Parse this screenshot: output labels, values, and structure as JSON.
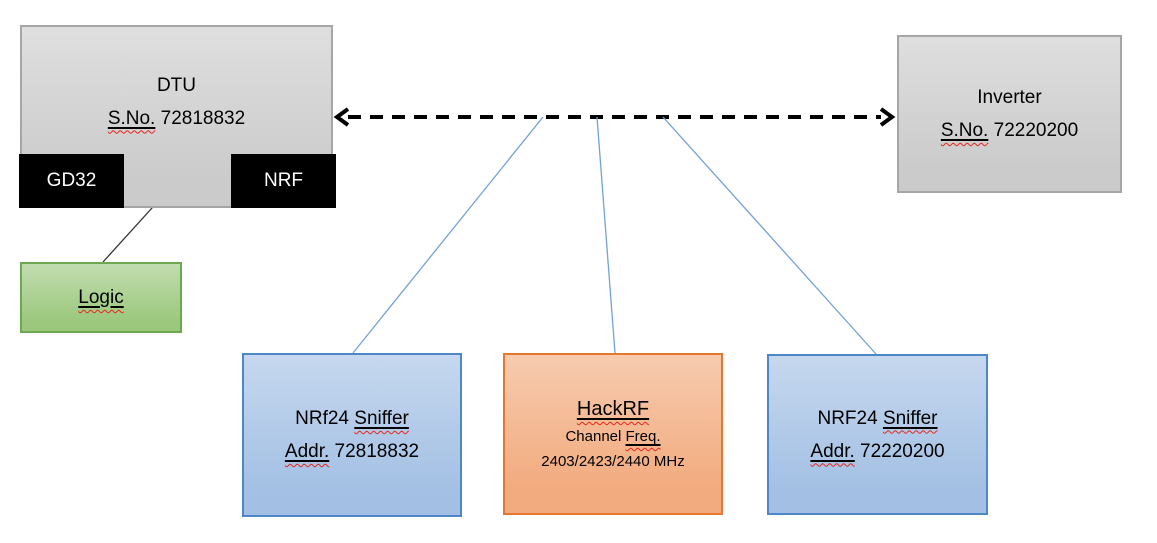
{
  "nodes": {
    "dtu": {
      "title": "DTU",
      "serial_label": "S.No.",
      "serial_value": " 72818832"
    },
    "gd32": {
      "label": "GD32"
    },
    "nrf": {
      "label": "NRF"
    },
    "logic": {
      "label": "Logic"
    },
    "inverter": {
      "title": "Inverter",
      "serial_label": "S.No.",
      "serial_value": " 72220200"
    },
    "sniffer_left": {
      "name_prefix": "NRf24 ",
      "name_word": "Sniffer",
      "addr_label": "Addr.",
      "addr_value": " 72818832"
    },
    "hackrf": {
      "title": "HackRF",
      "channel_prefix": "Channel ",
      "channel_word": "Freq.",
      "frequencies": "2403/2423/2440 MHz"
    },
    "sniffer_right": {
      "name_prefix": "NRF24 ",
      "name_word": "Sniffer",
      "addr_label": "Addr.",
      "addr_value": " 72220200"
    }
  },
  "colors": {
    "gray_fill": "#cbcbcb",
    "gray_border": "#a6a6a6",
    "black_chip": "#000000",
    "green_fill": "#9cc87e",
    "green_border": "#6ca94e",
    "blue_fill": "#a3c0e4",
    "blue_border": "#4d87c7",
    "orange_fill": "#f2ab7e",
    "orange_border": "#e8772e",
    "connector_blue": "#74a2d6",
    "arrow_black": "#000000",
    "logic_line": "#333333",
    "squiggle_red": "#e8241a"
  }
}
